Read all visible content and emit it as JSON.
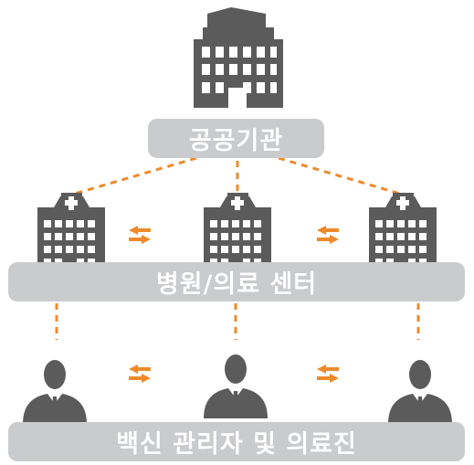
{
  "colors": {
    "icon": "#5b5b5b",
    "accent": "#ee8a2c",
    "bar": "#cacbcd",
    "bar_text": "#ffffff"
  },
  "labels": {
    "public_agency": "공공기관",
    "hospital_center": "병원/의료 센터",
    "vaccine_staff": "백신 관리자 및 의료진"
  },
  "icons": {
    "public_building": "government-building-icon",
    "hospital": "hospital-icon",
    "person": "business-person-icon",
    "exchange": "exchange-arrows-icon"
  }
}
